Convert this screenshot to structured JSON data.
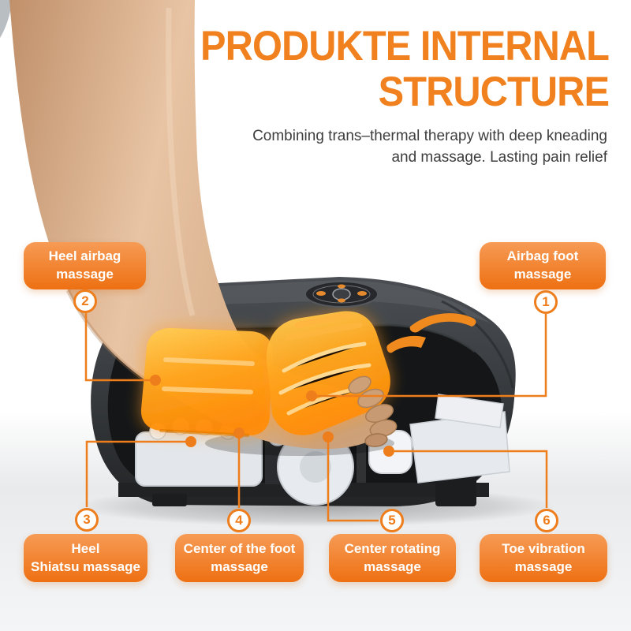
{
  "header": {
    "title_line1": "PRODUKTE INTERNAL",
    "title_line2": "STRUCTURE",
    "subtitle_line1": "Combining trans–thermal therapy with deep kneading",
    "subtitle_line2": "and massage. Lasting pain relief"
  },
  "callouts": [
    {
      "num": "1",
      "line1": "Airbag foot",
      "line2": "massage"
    },
    {
      "num": "2",
      "line1": "Heel airbag",
      "line2": "massage"
    },
    {
      "num": "3",
      "line1": "Heel",
      "line2": "Shiatsu massage"
    },
    {
      "num": "4",
      "line1": "Center of the foot",
      "line2": "massage"
    },
    {
      "num": "5",
      "line1": "Center rotating",
      "line2": "massage"
    },
    {
      "num": "6",
      "line1": "Toe vibration",
      "line2": "massage"
    }
  ],
  "colors": {
    "accent_orange": "#EE7D1C",
    "title_orange": "#F0811E",
    "label_gradient_top": "#F69B55",
    "label_gradient_bottom": "#EE7012",
    "airbag_glow": "#FF8E06",
    "shell_dark": "#2B2D30",
    "subtitle_text": "#3D3D3D"
  }
}
